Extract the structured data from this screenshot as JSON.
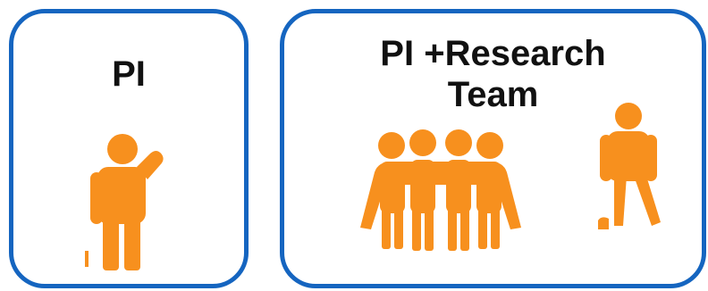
{
  "panels": [
    {
      "title": "PI",
      "figure": "single-person-thinking-icon"
    },
    {
      "title_line1": "PI +Research",
      "title_line2": "Team",
      "figures": [
        "team-group-icon",
        "standing-person-icon"
      ]
    }
  ],
  "colors": {
    "border": "#1565c0",
    "figure": "#f7901e",
    "text": "#111111"
  }
}
